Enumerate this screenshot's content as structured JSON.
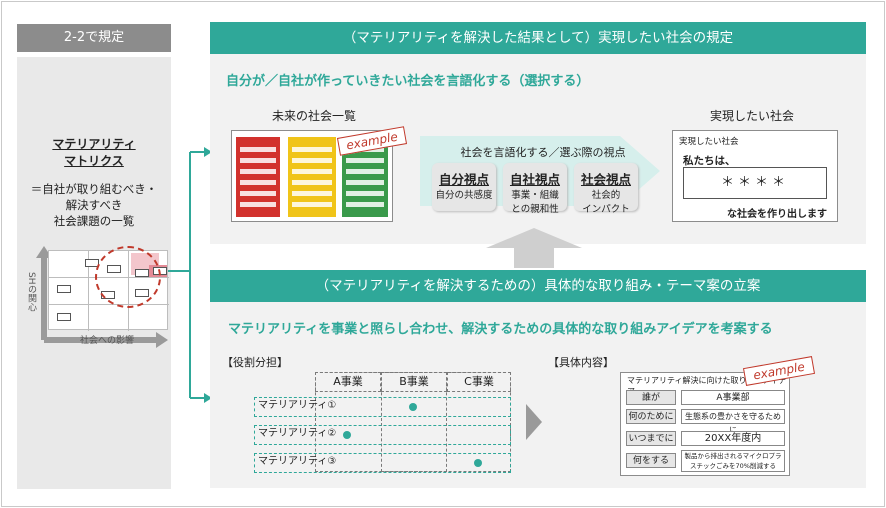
{
  "left": {
    "header": "2-2で規定",
    "title_line1": "マテリアリティ",
    "title_line2": "マトリクス",
    "desc_line1": "＝自社が取り組むべき・",
    "desc_line2": "解決すべき",
    "desc_line3": "社会課題の一覧",
    "y_axis": "SHの関心",
    "x_axis": "社会への影響"
  },
  "top": {
    "header": "（マテリアリティを解決した結果として）実現したい社会の規定",
    "lead": "自分が／自社が作っていきたい社会を言語化する（選択する）",
    "future_label": "未来の社会一覧",
    "example_label": "example",
    "arrow_label": "社会を言語化する／選ぶ際の視点",
    "views": [
      {
        "main": "自分視点",
        "sub1": "自分の共感度",
        "sub2": ""
      },
      {
        "main": "自社視点",
        "sub1": "事業・組織",
        "sub2": "との親和性"
      },
      {
        "main": "社会視点",
        "sub1": "社会的",
        "sub2": "インパクト"
      }
    ],
    "realize_label": "実現したい社会",
    "card_title": "実現したい社会",
    "card_we": "私たちは、",
    "card_stars": "＊＊＊＊",
    "card_bottom": "な社会を作り出します"
  },
  "bottom": {
    "header": "（マテリアリティを解決するための）具体的な取り組み・テーマ案の立案",
    "lead": "マテリアリティを事業と照らし合わせ、解決するための具体的な取り組みアイデアを考案する",
    "role_label": "【役割分担】",
    "columns": [
      "A事業",
      "B事業",
      "C事業"
    ],
    "rows": [
      "マテリアリティ①",
      "マテリアリティ②",
      "マテリアリティ③"
    ],
    "detail_label": "【具体内容】",
    "example_label": "example",
    "detail_title": "マテリアリティ解決に向けた取り組みアイデア",
    "detail_rows": [
      {
        "key": "誰が",
        "value": "A事業部"
      },
      {
        "key": "何のために",
        "value": "生態系の豊かさを守るために"
      },
      {
        "key": "いつまでに",
        "value": "20XX年度内"
      },
      {
        "key": "何をする",
        "value": "製品から排出されるマイクロプラスチックごみを70%削減する"
      }
    ]
  },
  "colors": {
    "accent": "#2fa899",
    "gray_head": "#8c8c8c",
    "panel": "#f2f2f2",
    "example_red": "#c0392b"
  }
}
